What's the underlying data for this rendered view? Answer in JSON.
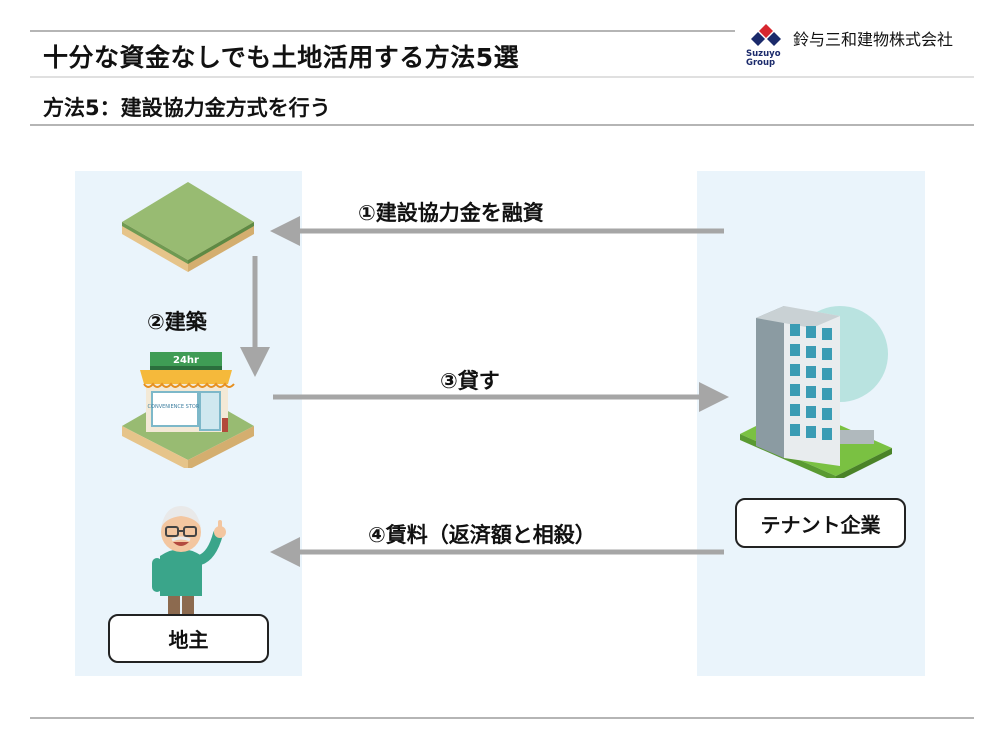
{
  "header": {
    "title": "十分な資金なしでも土地活用する方法5選",
    "subtitle": "方法5：建設協力金方式を行う",
    "company": "鈴与三和建物株式会社",
    "logo_text_line1": "Suzuyo",
    "logo_text_line2": "Group"
  },
  "diagram": {
    "step1": "①建設協力金を融資",
    "step2": "②建築",
    "step3": "③貸す",
    "step4": "④賃料（返済額と相殺）",
    "owner_label": "地主",
    "tenant_label": "テナント企業",
    "store_sign": "24hr",
    "store_name": "CONVENIENCE STORE"
  },
  "colors": {
    "panel_bg": "#eaf4fb",
    "arrow": "#a6a6a6",
    "grass_top": "#8fb56a",
    "soil": "#e8c990",
    "building": "#8aa0a6",
    "logo_red": "#d7262e",
    "logo_blue": "#1b2a6b"
  }
}
